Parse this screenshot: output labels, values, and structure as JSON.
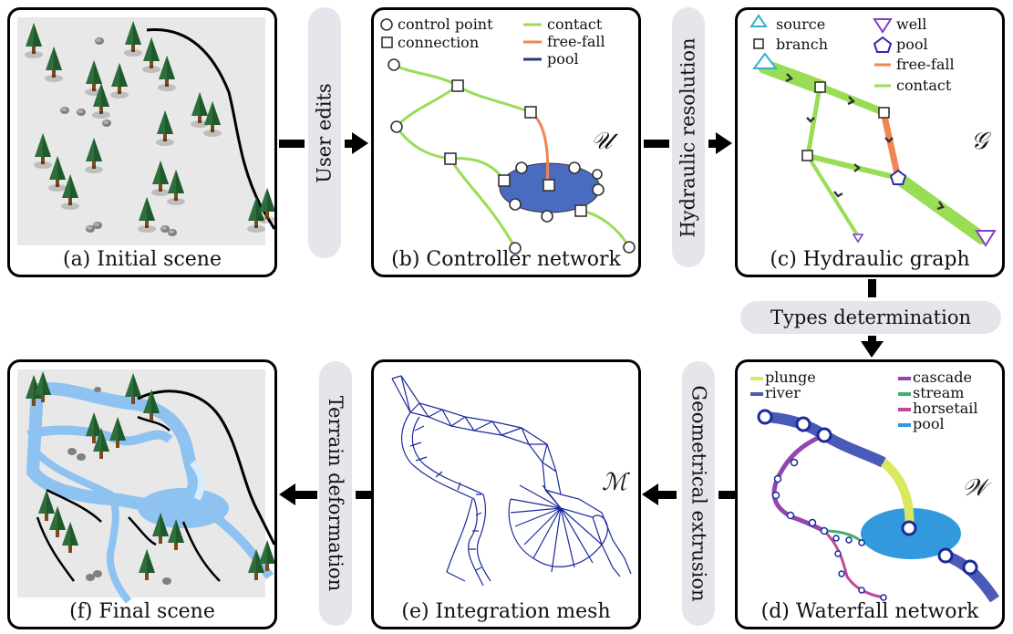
{
  "panels": {
    "a": {
      "caption": "(a) Initial scene"
    },
    "b": {
      "caption": "(b) Controller network",
      "legend": {
        "control_point": "control point",
        "connection": "connection",
        "contact": "contact",
        "free_fall": "free-fall",
        "pool": "pool"
      },
      "symbol": "𝒰"
    },
    "c": {
      "caption": "(c) Hydraulic graph",
      "legend": {
        "source": "source",
        "branch": "branch",
        "well": "well",
        "pool": "pool",
        "free_fall": "free-fall",
        "contact": "contact"
      },
      "symbol": "𝒢"
    },
    "d": {
      "caption": "(d) Waterfall network",
      "legend": {
        "plunge": "plunge",
        "river": "river",
        "cascade": "cascade",
        "stream": "stream",
        "horsetail": "horsetail",
        "pool": "pool"
      },
      "symbol": "𝒲"
    },
    "e": {
      "caption": "(e) Integration mesh",
      "symbol": "ℳ"
    },
    "f": {
      "caption": "(f) Final scene"
    }
  },
  "steps": {
    "user_edits": "User edits",
    "hydraulic_resolution": "Hydraulic resolution",
    "types_determination": "Types determination",
    "geometrical_extrusion": "Geometrical extrusion",
    "terrain_deformation": "Terrain deformation"
  },
  "colors": {
    "contact": "#99dd55",
    "free_fall": "#f08650",
    "pool": "#4a6cc0",
    "plunge": "#d9e860",
    "river": "#4a5ab8",
    "cascade": "#9048b0",
    "stream": "#40b070",
    "horsetail": "#c04898",
    "pool_d": "#3399dd",
    "source": "#33b0c8",
    "well": "#8040c0",
    "tree": "#2e6e3a",
    "trunk": "#7a4a1a",
    "terrain": "#e8e8e8",
    "water": "#8ec2f0",
    "mesh": "#1a2a9a"
  }
}
